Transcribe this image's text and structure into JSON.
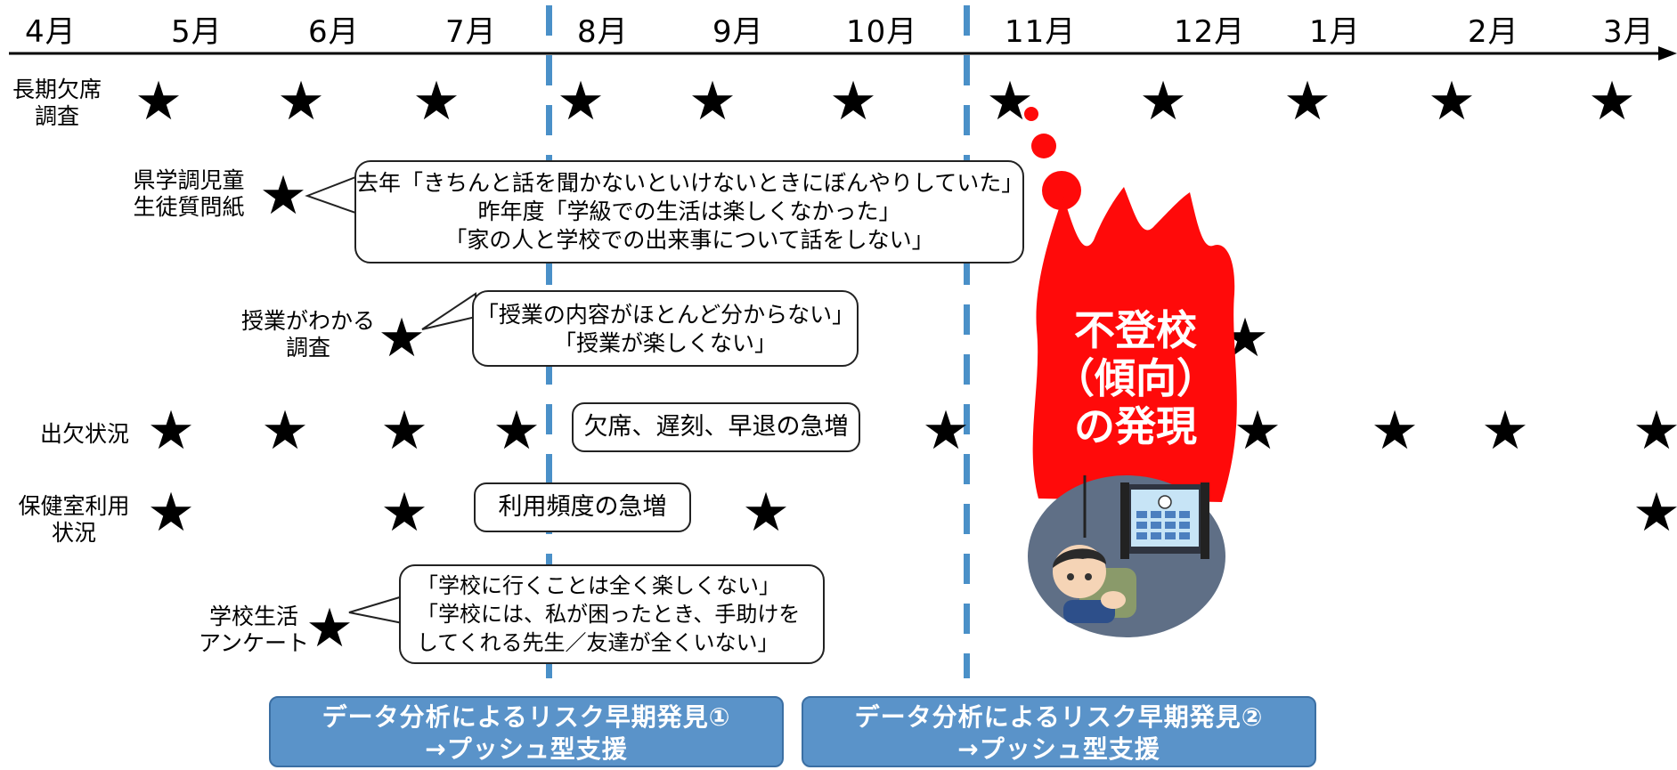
{
  "months": [
    "4月",
    "5月",
    "6月",
    "7月",
    "8月",
    "9月",
    "10月",
    "11月",
    "12月",
    "1月",
    "2月",
    "3月"
  ],
  "row_labels": {
    "long_absence": "長期欠席\n調査",
    "pref_survey": "県学調児童\n生徒質問紙",
    "understand_survey": "授業がわかる\n調査",
    "attendance": "出欠状況",
    "infirmary": "保健室利用\n状況",
    "school_life": "学校生活\nアンケート"
  },
  "callouts": {
    "pref_survey": [
      "去年「きちんと話を聞かないといけないときにぼんやりしていた」",
      "昨年度「学級での生活は楽しくなかった」",
      "「家の人と学校での出来事について話をしない」"
    ],
    "understand": [
      "「授業の内容がほとんど分からない」",
      "「授業が楽しくない」"
    ],
    "school_life": [
      "「学校に行くことは全く楽しくない」",
      "「学校には、私が困ったとき、手助けを",
      "してくれる先生／友達が全くいない」"
    ]
  },
  "notes": {
    "attendance": "欠席、遅刻、早退の急増",
    "infirmary": "利用頻度の急増"
  },
  "flame_text": [
    "不登校",
    "（傾向）",
    "の発現"
  ],
  "banners": [
    {
      "line1": "データ分析によるリスク早期発見①",
      "line2": "→プッシュ型支援"
    },
    {
      "line1": "データ分析によるリスク早期発見②",
      "line2": "→プッシュ型支援"
    }
  ],
  "colors": {
    "dash": "#4a90c8",
    "banner": "#5a93c9",
    "flame": "#ff0a0a"
  },
  "star_glyph": "★"
}
